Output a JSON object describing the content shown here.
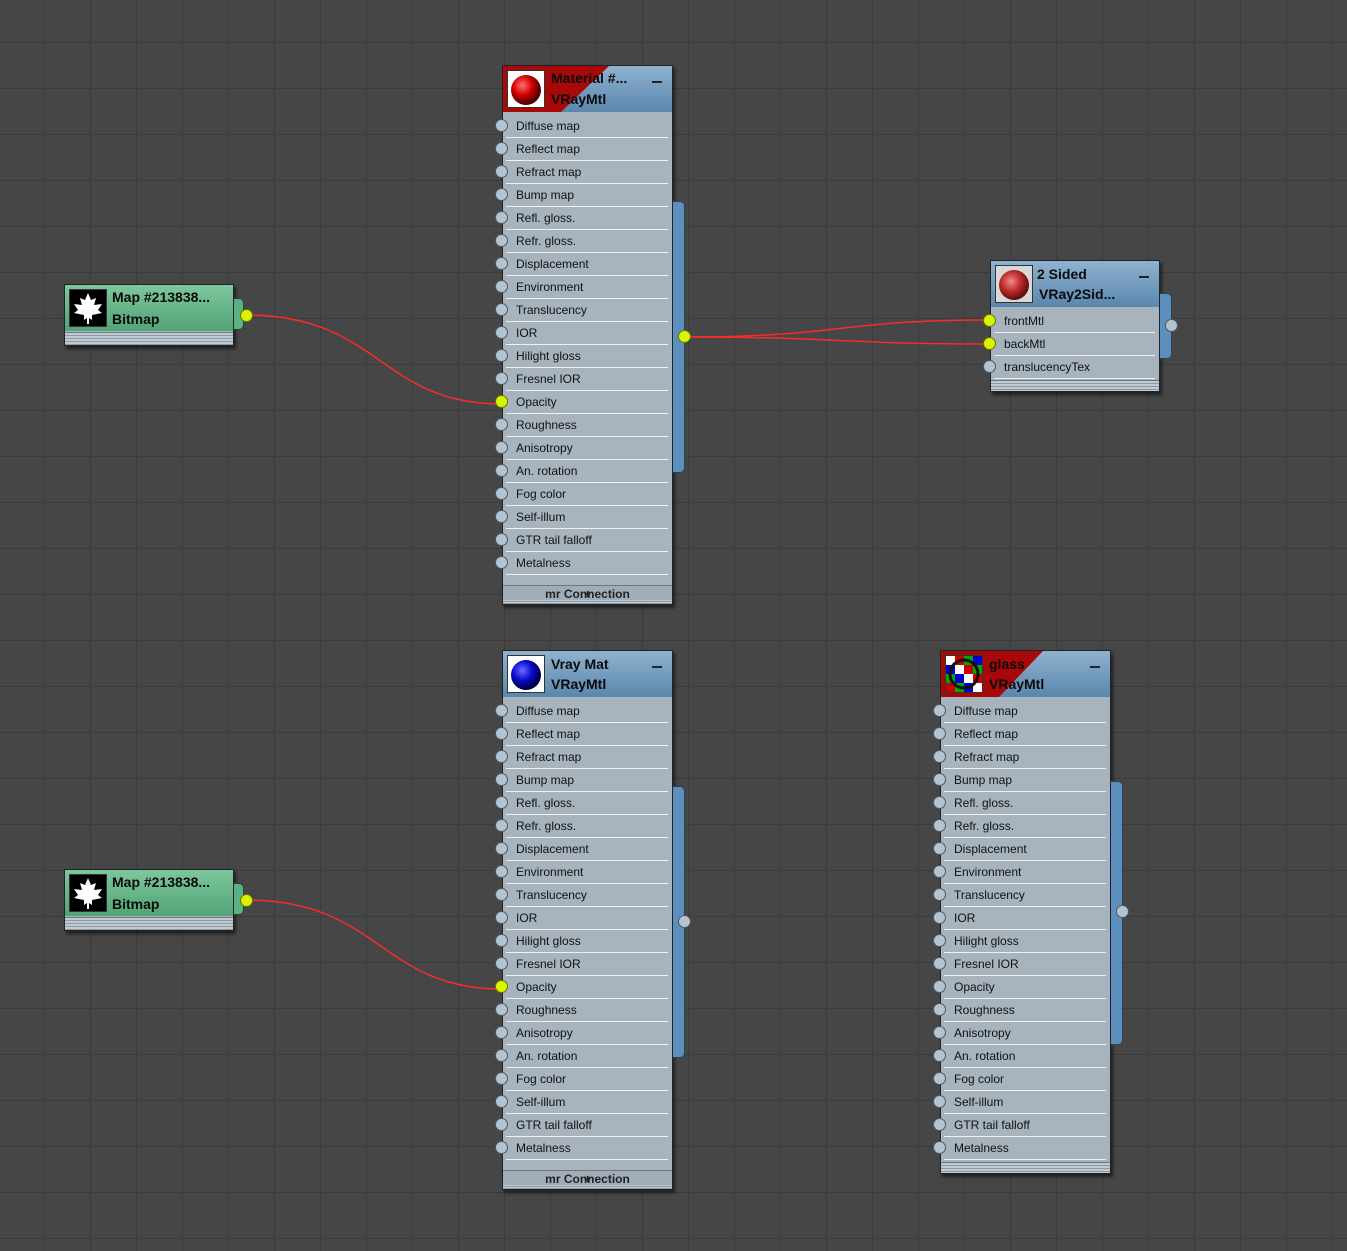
{
  "nodes": {
    "bitmap1": {
      "title": "Map  #213838...",
      "subtitle": "Bitmap"
    },
    "bitmap2": {
      "title": "Map  #213838...",
      "subtitle": "Bitmap"
    },
    "mat1": {
      "title": "Material #...",
      "subtitle": "VRayMtl",
      "footer": "mr Connection"
    },
    "mat2": {
      "title": "Vray Mat",
      "subtitle": "VRayMtl",
      "footer": "mr Connection"
    },
    "glass": {
      "title": "glass",
      "subtitle": "VRayMtl"
    },
    "twosided": {
      "title": "2 Sided",
      "subtitle": "VRay2Sid..."
    }
  },
  "vraymtl_slots": [
    "Diffuse map",
    "Reflect map",
    "Refract map",
    "Bump map",
    "Refl. gloss.",
    "Refr. gloss.",
    "Displacement",
    "Environment",
    "Translucency",
    "IOR",
    "Hilight gloss",
    "Fresnel IOR",
    "Opacity",
    "Roughness",
    "Anisotropy",
    "An. rotation",
    "Fog color",
    "Self-illum",
    "GTR tail falloff",
    "Metalness"
  ],
  "twosided_slots": [
    "frontMtl",
    "backMtl",
    "translucencyTex"
  ],
  "icons": {
    "collapse": "minus-icon",
    "bitmap": "maple-leaf-icon",
    "material": "sphere-icon",
    "expand": "plus-icon"
  },
  "colors": {
    "wire": "#ff2a2a",
    "active_socket": "#d9f400",
    "material_header": "#6f9ac0",
    "bitmap_header": "#66b689",
    "background": "#464646"
  }
}
